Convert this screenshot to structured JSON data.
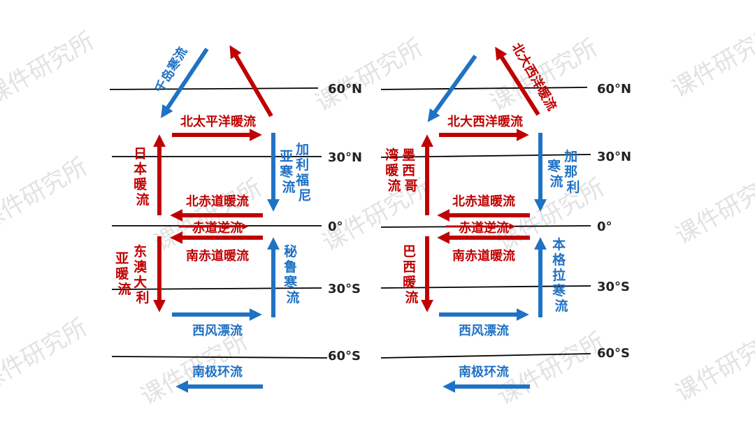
{
  "watermark": "课件研究所",
  "colors": {
    "warm": "#c00000",
    "cold": "#1f72c4",
    "line": "#000000"
  },
  "latitudes": {
    "n60": "60°N",
    "n30": "30°N",
    "eq": "0°",
    "s30": "30°S",
    "s60": "60°S"
  },
  "pacific": {
    "oyashio": "千岛寒流",
    "north_pacific": "北太平洋暖流",
    "kuroshio": "日本暖流",
    "california_1": "加利福尼",
    "california_2": "亚寒流",
    "north_equatorial": "北赤道暖流",
    "counter": "赤道逆流",
    "south_equatorial": "南赤道暖流",
    "east_australian_1": "东澳大利",
    "east_australian_2": "亚暖流",
    "peru": "秘鲁寒流",
    "west_wind": "西风漂流",
    "antarctic": "南极环流"
  },
  "atlantic": {
    "north_atlantic_drift": "北大西洋暖流",
    "north_atlantic": "北大西洋暖流",
    "gulf_1": "墨西哥",
    "gulf_2": "湾暖流",
    "canary_1": "加那利",
    "canary_2": "寒流",
    "north_equatorial": "北赤道暖流",
    "counter": "赤道逆流",
    "south_equatorial": "南赤道暖流",
    "brazil": "巴西暖流",
    "benguela": "本格拉寒流",
    "west_wind": "西风漂流",
    "antarctic": "南极环流"
  }
}
